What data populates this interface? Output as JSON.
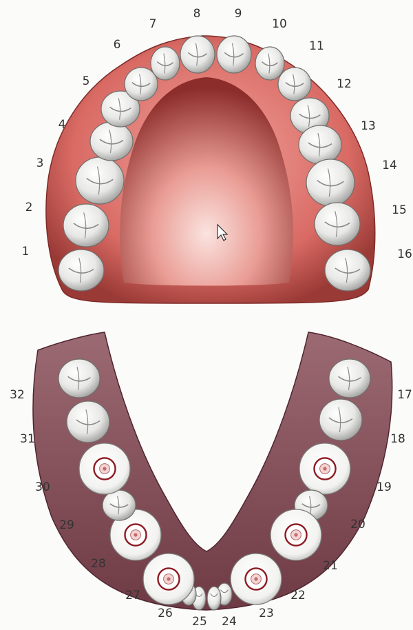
{
  "upper_arch": {
    "tooth_numbers": [
      "1",
      "2",
      "3",
      "4",
      "5",
      "6",
      "7",
      "8",
      "9",
      "10",
      "11",
      "12",
      "13",
      "14",
      "15",
      "16"
    ]
  },
  "lower_arch": {
    "tooth_numbers": [
      "17",
      "18",
      "19",
      "20",
      "21",
      "22",
      "23",
      "24",
      "25",
      "26",
      "27",
      "28",
      "29",
      "30",
      "31",
      "32"
    ],
    "implant_teeth": [
      "19",
      "21",
      "22",
      "27",
      "28",
      "30"
    ]
  },
  "colors": {
    "upper_gum": "#d96a64",
    "lower_gum": "#8a4e58",
    "tooth": "#ececea",
    "implant_ring": "#8e1b22"
  },
  "cursor": "mouse-pointer-icon"
}
